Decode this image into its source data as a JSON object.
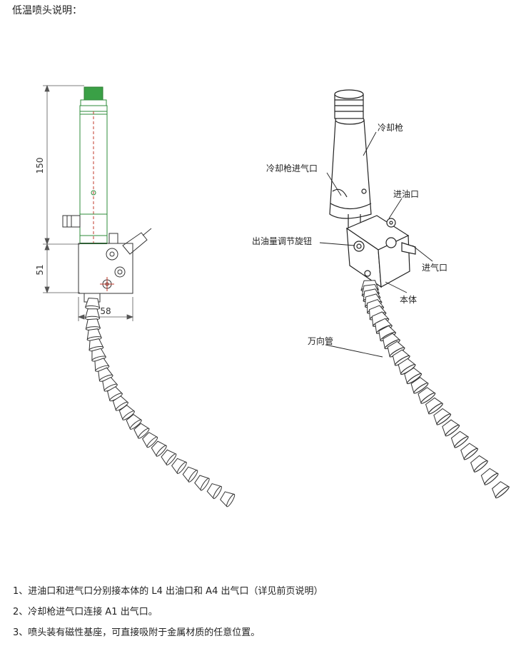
{
  "title": "低温喷头说明：",
  "dimensions": {
    "d1": "150",
    "d2": "51",
    "d3": "58"
  },
  "labels": {
    "cooling_gun": "冷却枪",
    "gun_air_inlet": "冷却枪进气口",
    "oil_inlet": "进油口",
    "oil_knob": "出油量调节旋钮",
    "air_inlet": "进气口",
    "body": "本体",
    "hose": "万向管"
  },
  "notes": [
    "1、进油口和进气口分别接本体的 L4 出油口和 A4 出气口（详见前页说明）",
    "2、冷却枪进气口连接 A1 出气口。",
    "3、喷头装有磁性基座，可直接吸附于金属材质的任意位置。"
  ]
}
